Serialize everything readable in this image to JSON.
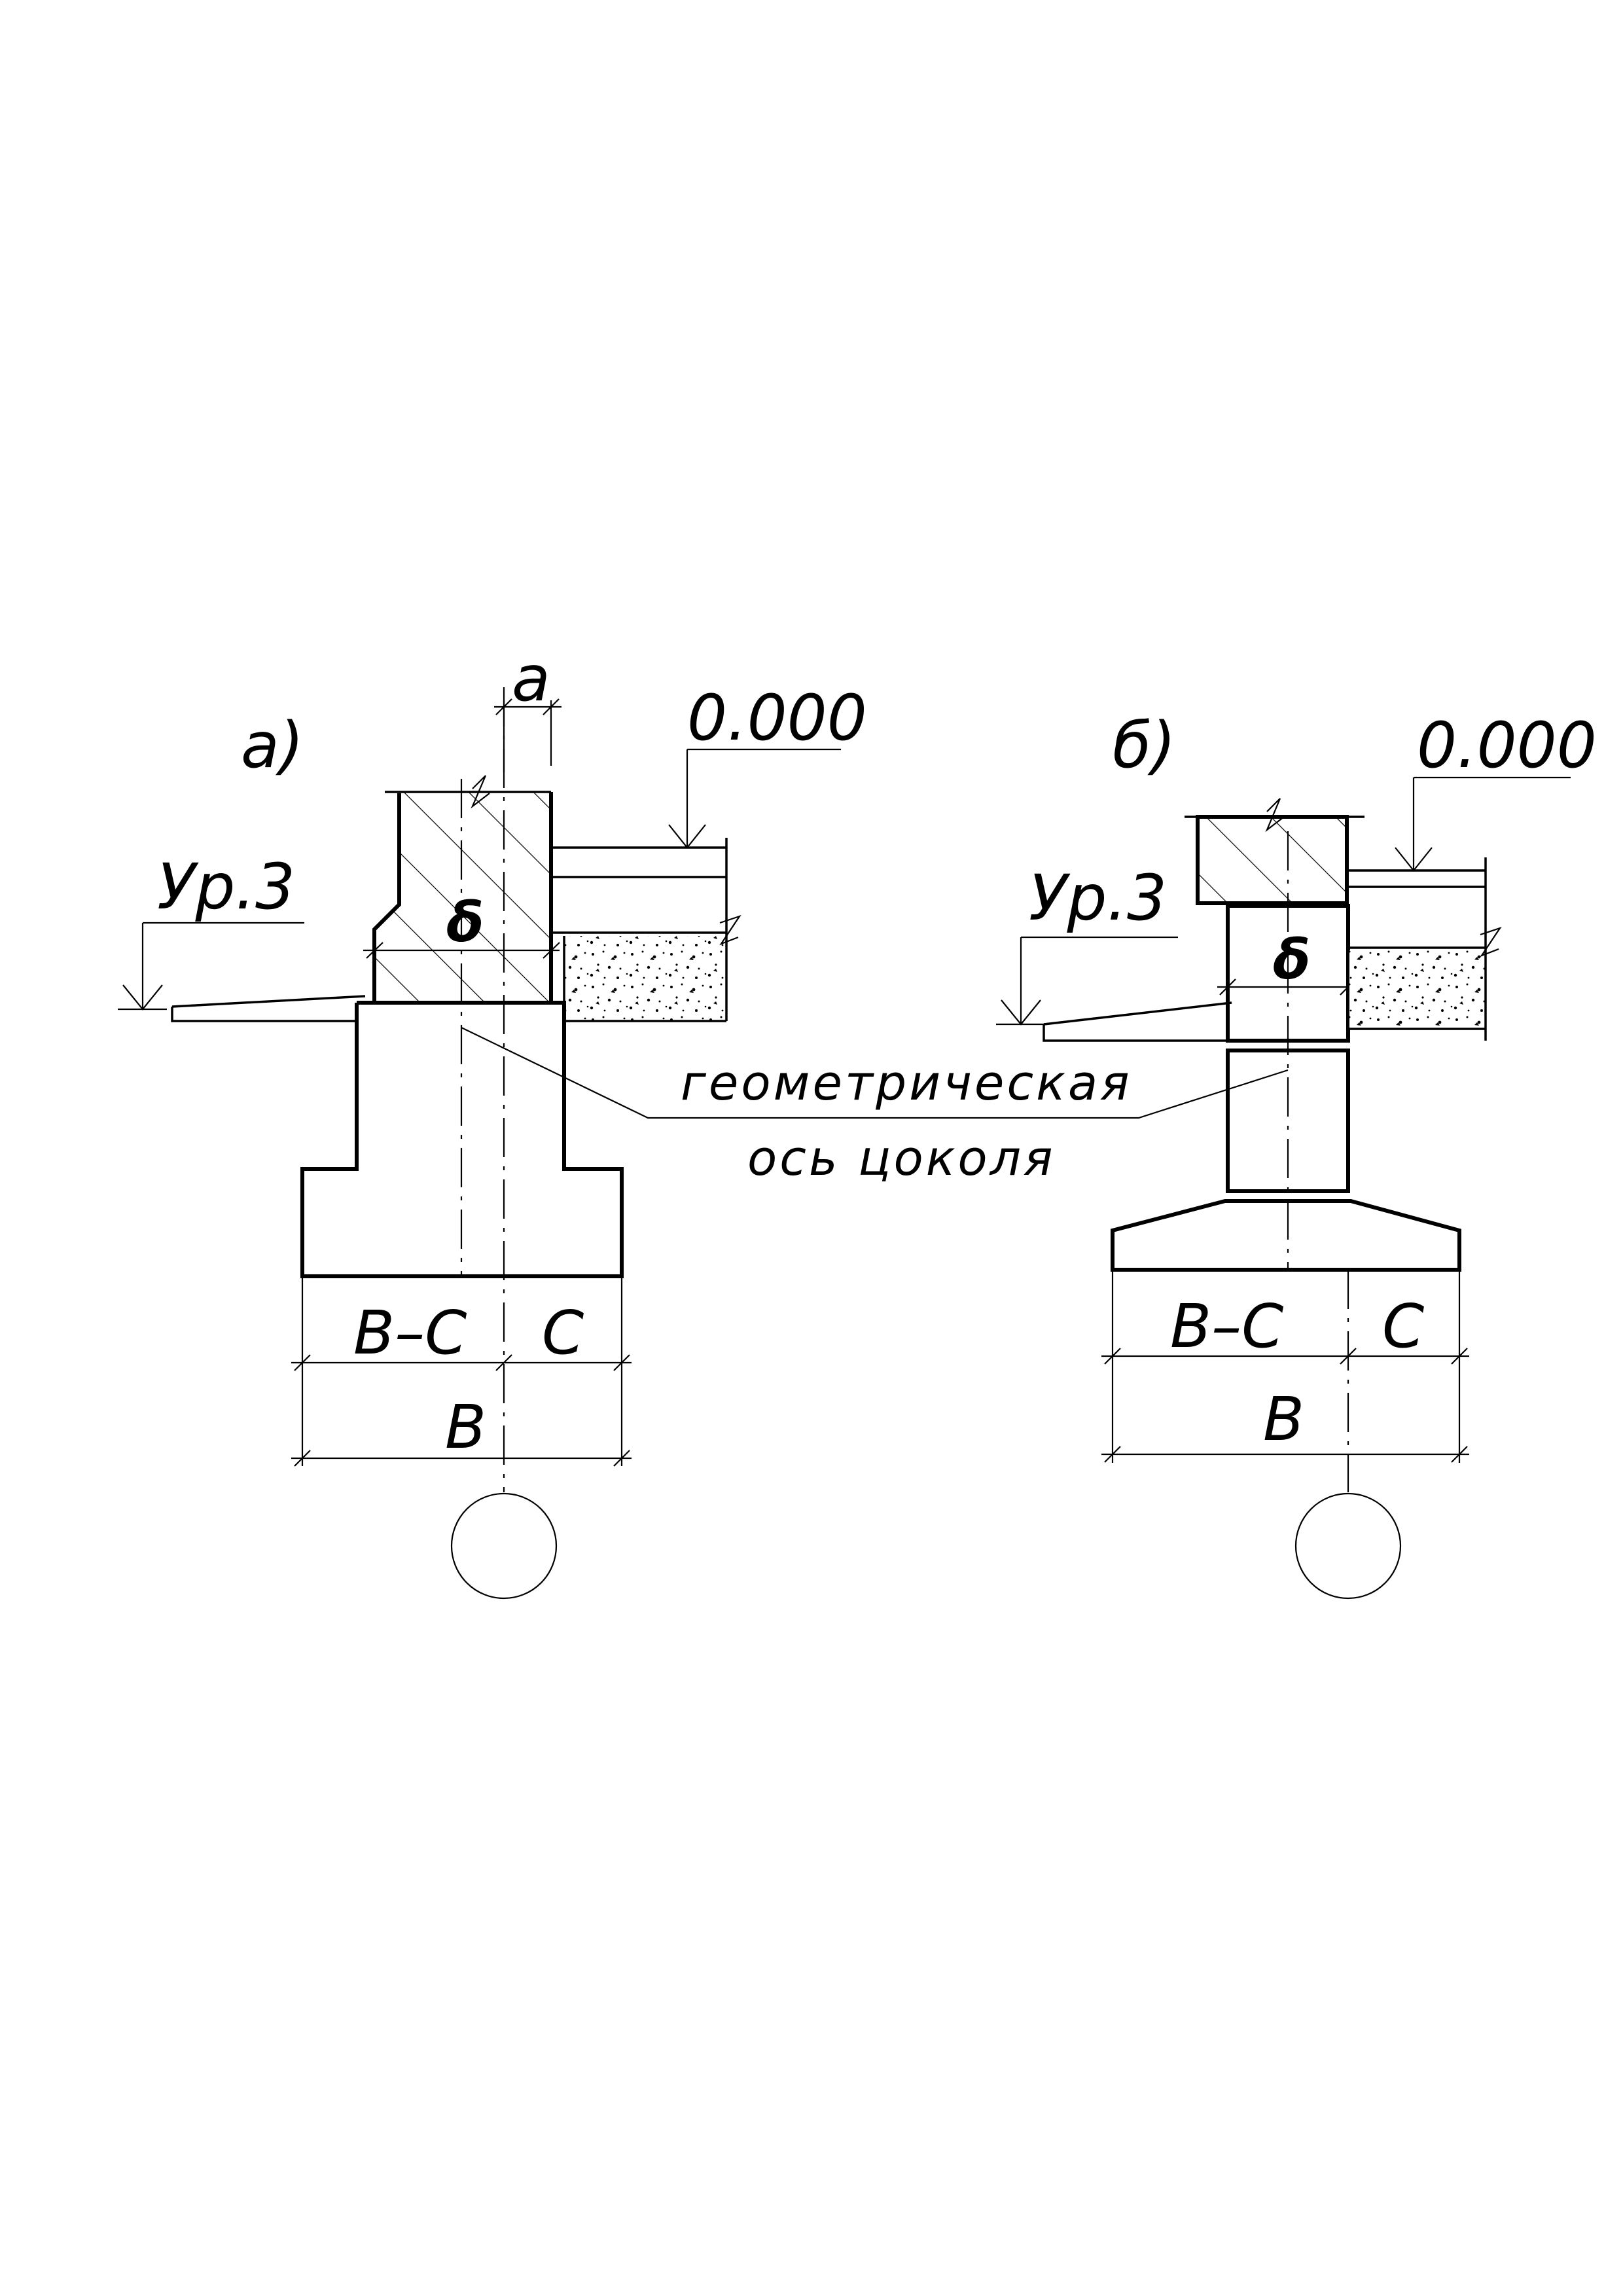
{
  "drawing": {
    "variant_a": {
      "label": "а)",
      "level_zero": "0.000",
      "ground_level": "Ур.3",
      "wall_thickness_symbol": "δ",
      "offset_symbol": "a",
      "dim_left": "B–C",
      "dim_right": "C",
      "dim_total": "B"
    },
    "variant_b": {
      "label": "б)",
      "level_zero": "0.000",
      "ground_level": "Ур.3",
      "wall_thickness_symbol": "δ",
      "dim_left": "B–C",
      "dim_right": "C",
      "dim_total": "B"
    },
    "callout": {
      "line1": "геометрическая",
      "line2": "ось цоколя"
    }
  }
}
